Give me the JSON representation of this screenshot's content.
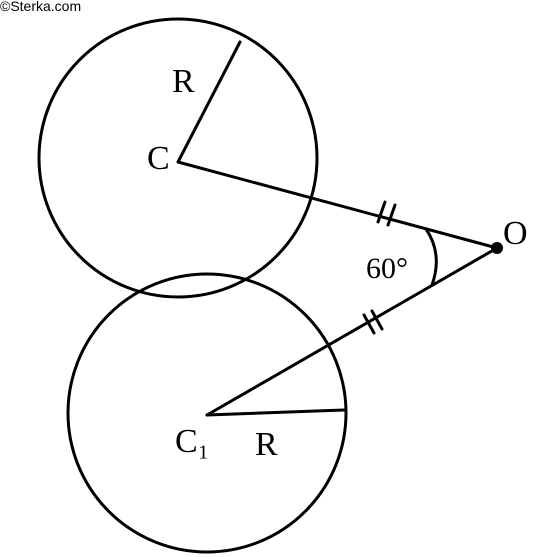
{
  "watermark": "©Sterka.com",
  "labels": {
    "center_top": "C",
    "center_bottom": "C₁",
    "radius_top": "R",
    "radius_bottom": "R",
    "point": "O",
    "angle": "60°"
  },
  "colors": {
    "line": "#000000",
    "background": "#ffffff"
  }
}
